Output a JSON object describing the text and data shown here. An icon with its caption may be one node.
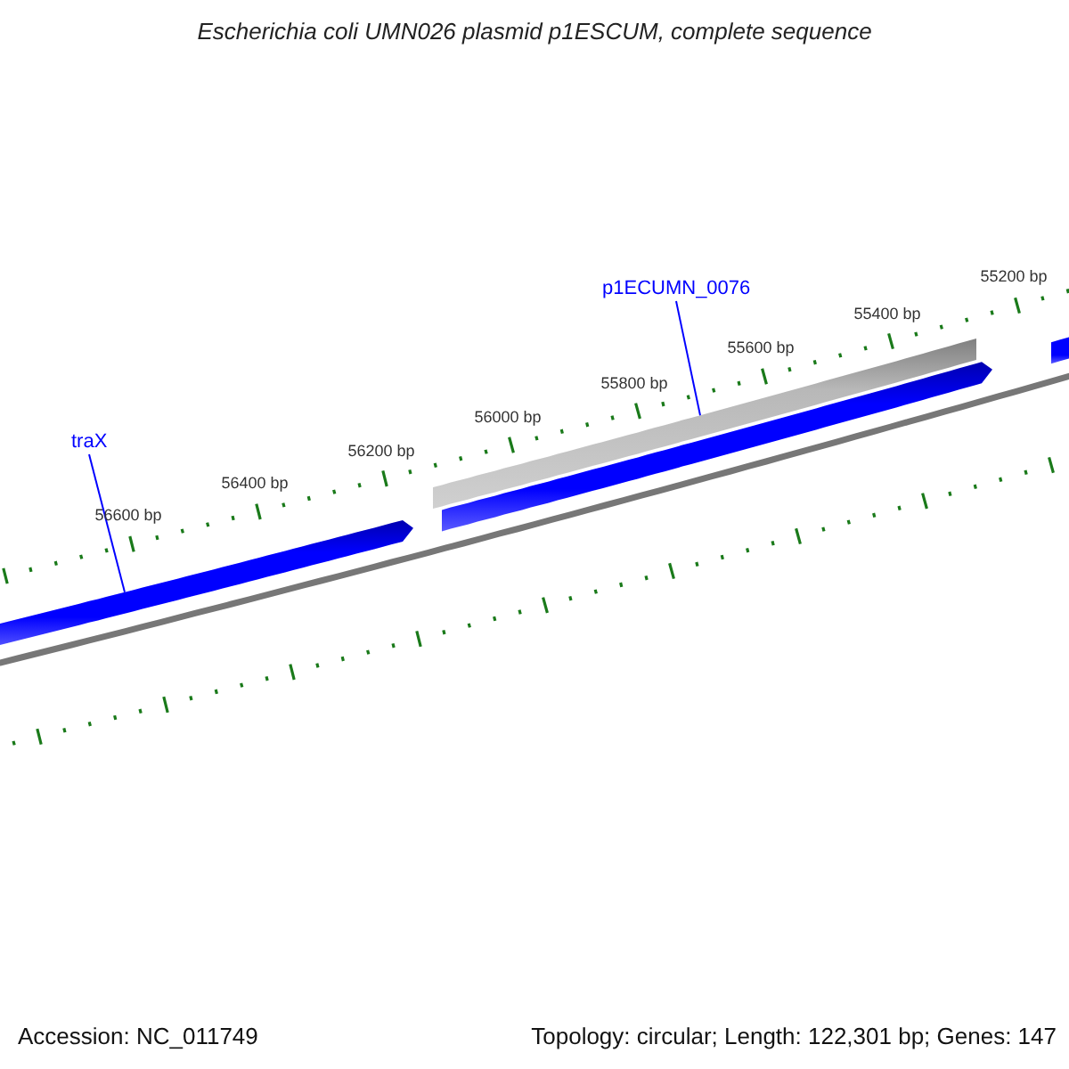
{
  "diagram": {
    "title": "Escherichia coli UMN026 plasmid p1ESCUM, complete sequence",
    "nodes": [
      {
        "text": [
          "traX"
        ]
      },
      {
        "text": [],
        "shape": "bar"
      },
      {
        "text": [
          "p1ECUMN_0076"
        ]
      },
      {
        "text": [],
        "shape": "bar"
      },
      {
        "text": [],
        "shape": "bar"
      },
      {
        "text": [],
        "shape": "bar"
      }
    ],
    "edges": [
      {
        "from": 0,
        "to": 1,
        "arrow": "none"
      },
      {
        "from": 2,
        "to": 3,
        "arrow": "none"
      }
    ],
    "labels": [
      "56600 bp",
      "56400 bp",
      "56200 bp",
      "56000 bp",
      "55800 bp",
      "55600 bp",
      "55400 bp",
      "55200 bp",
      "Accession: NC_011749",
      "Topology: circular; Length: 122,301 bp; Genes: 147"
    ]
  }
}
